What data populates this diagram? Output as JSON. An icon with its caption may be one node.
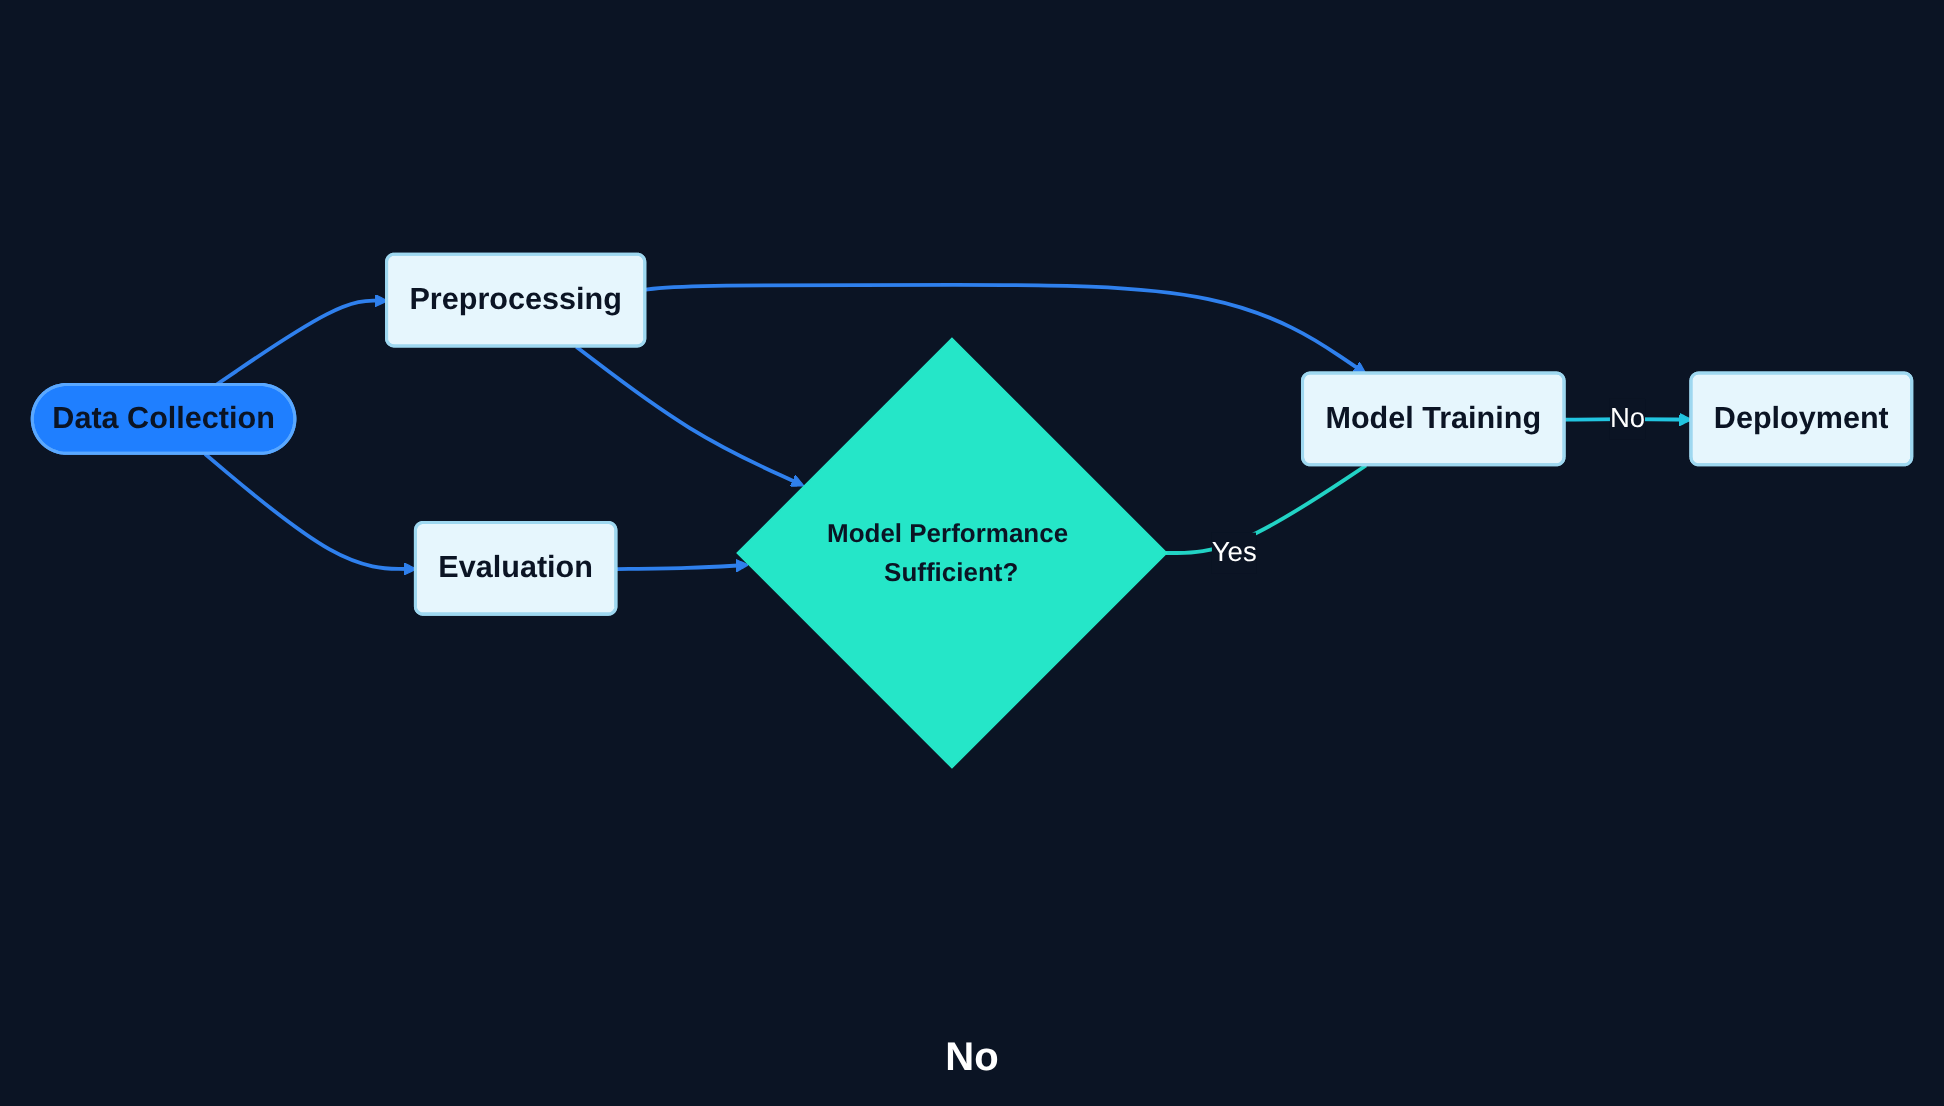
{
  "diagram": {
    "nodes": [
      {
        "text": [
          "Preprocessing"
        ]
      },
      {
        "text": [
          "Data Collection"
        ]
      },
      {
        "text": [
          "Model Training"
        ]
      },
      {
        "text": [
          "Model Performance Sufficient?"
        ]
      },
      {
        "text": [
          "Evaluation"
        ]
      },
      {
        "text": [
          "Deployment"
        ]
      }
    ],
    "edges": [
      {
        "from": 1,
        "to": 0,
        "arrow": "to"
      },
      {
        "from": 0,
        "to": 2,
        "arrow": "to"
      },
      {
        "from": 0,
        "to": 3,
        "arrow": "to"
      },
      {
        "from": 1,
        "to": 4,
        "arrow": "to"
      },
      {
        "from": 4,
        "to": 3,
        "arrow": "to"
      },
      {
        "from": 3,
        "to": 2,
        "label": "Yes",
        "arrow": "none",
        "color": "#22d3c5"
      },
      {
        "from": 2,
        "to": 5,
        "label": "No",
        "arrow": "to",
        "color": "#22c5e0"
      }
    ],
    "labels": [
      "No"
    ]
  }
}
